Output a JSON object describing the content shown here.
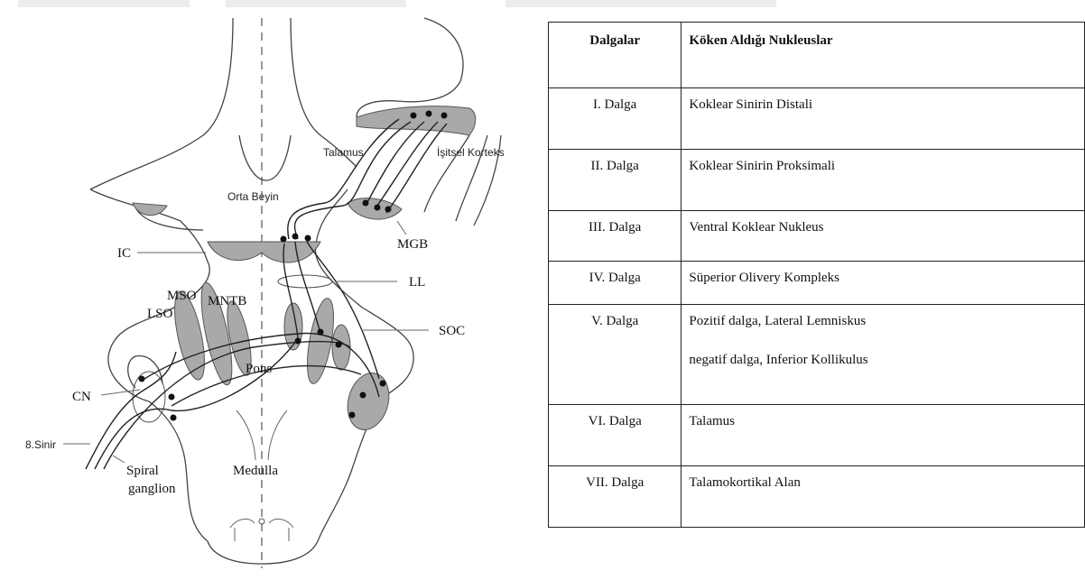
{
  "diagram": {
    "labels": {
      "talamus": "Talamus",
      "isitsel_korteks": "İşitsel Korteks",
      "orta_beyin": "Orta Beyin",
      "ic": "IC",
      "mgb": "MGB",
      "ll": "LL",
      "mso": "MSO",
      "mntb": "MNTB",
      "lso": "LSO",
      "soc": "SOC",
      "pons": "Pons",
      "cn": "CN",
      "sinir": "8.Sinir",
      "spiral": "Spiral",
      "ganglion": "ganglion",
      "medulla": "Medulla"
    }
  },
  "table": {
    "headers": [
      "Dalgalar",
      "Köken Aldığı Nukleuslar"
    ],
    "rows": [
      {
        "wave": "I. Dalga",
        "origin": "Koklear Sinirin Distali"
      },
      {
        "wave": "II. Dalga",
        "origin": "Koklear Sinirin Proksimali"
      },
      {
        "wave": "III. Dalga",
        "origin": "Ventral Koklear Nukleus"
      },
      {
        "wave": "IV. Dalga",
        "origin": "Süperior Olivery Kompleks"
      },
      {
        "wave": "V. Dalga",
        "origin": "Pozitif dalga, Lateral Lemniskus",
        "origin2": "negatif dalga, Inferior Kollikulus"
      },
      {
        "wave": "VI. Dalga",
        "origin": "Talamus"
      },
      {
        "wave": "VII. Dalga",
        "origin": "Talamokortikal Alan"
      }
    ]
  }
}
